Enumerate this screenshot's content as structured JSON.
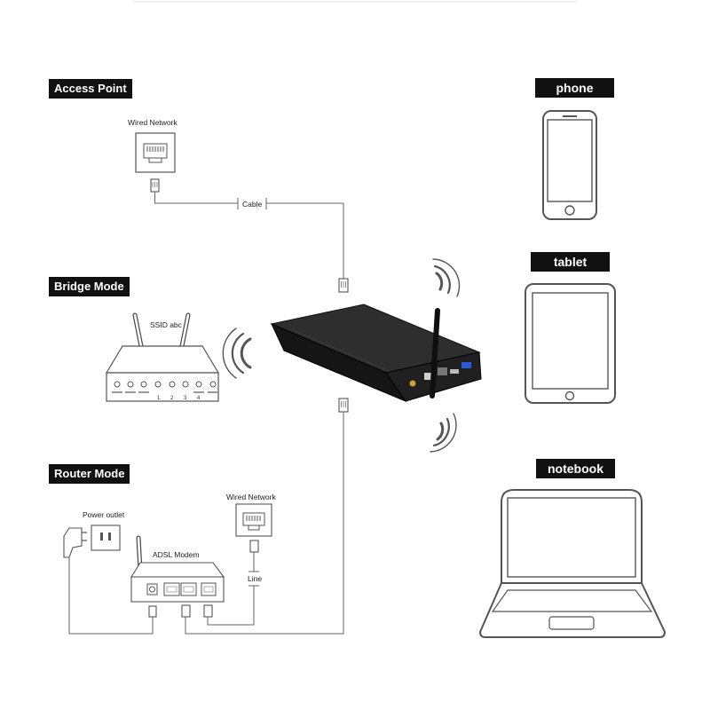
{
  "sections": {
    "access_point": "Access Point",
    "bridge_mode": "Bridge Mode",
    "router_mode": "Router Mode"
  },
  "devices": {
    "phone": "phone",
    "tablet": "tablet",
    "notebook": "notebook"
  },
  "labels": {
    "wired_network_top": "Wired Network",
    "cable": "Cable",
    "ssid": "SSID abc",
    "router_ports": [
      "1",
      "2",
      "3",
      "4"
    ],
    "power_outlet": "Power outlet",
    "adsl_modem": "ADSL Modem",
    "wired_network_bottom": "Wired Network",
    "line": "Line"
  },
  "colors": {
    "tag_background": "#111111",
    "tag_text": "#ffffff",
    "line_art": "#444444",
    "device_body": "#1b1b1b",
    "usb_blue": "#2a5bd7"
  },
  "icons": [
    "ethernet-jack-icon",
    "rj45-plug-icon",
    "wifi-waves-icon",
    "router-icon",
    "adsl-modem-icon",
    "power-plug-icon",
    "phone-icon",
    "tablet-icon",
    "notebook-icon",
    "antenna-icon"
  ]
}
